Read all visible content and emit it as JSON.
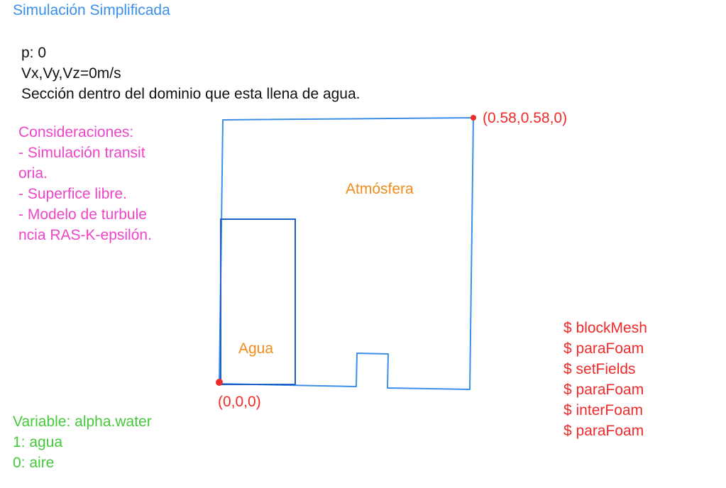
{
  "title": "Simulación Simplificada",
  "notes": [
    "p: 0",
    "Vx,Vy,Vz=0m/s",
    "Sección dentro del dominio que esta llena de agua."
  ],
  "considerations": [
    "Consideraciones:",
    "- Simulación transit",
    "oria.",
    "- Superfice libre.",
    "- Modelo de turbule",
    "ncia RAS-K-epsilón."
  ],
  "diagram": {
    "label_top_right": "(0.58,0.58,0)",
    "label_origin": "(0,0,0)",
    "label_atmosphere": "Atmósfera",
    "label_water": "Agua"
  },
  "commands": [
    "$ blockMesh",
    "$ paraFoam",
    "$ setFields",
    "$ paraFoam",
    "$ interFoam",
    "$ paraFoam"
  ],
  "variables": [
    "Variable: alpha.water",
    "1: agua",
    "0: aire"
  ],
  "colors": {
    "title": "#3b8fe8",
    "domain_outline": "#3b8fe8",
    "water_region": "#1d5fc4",
    "considerations": "#ee44c8",
    "region_labels": "#f08c1a",
    "coordinates_and_commands": "#ee2a2a",
    "variables": "#44c93a"
  }
}
